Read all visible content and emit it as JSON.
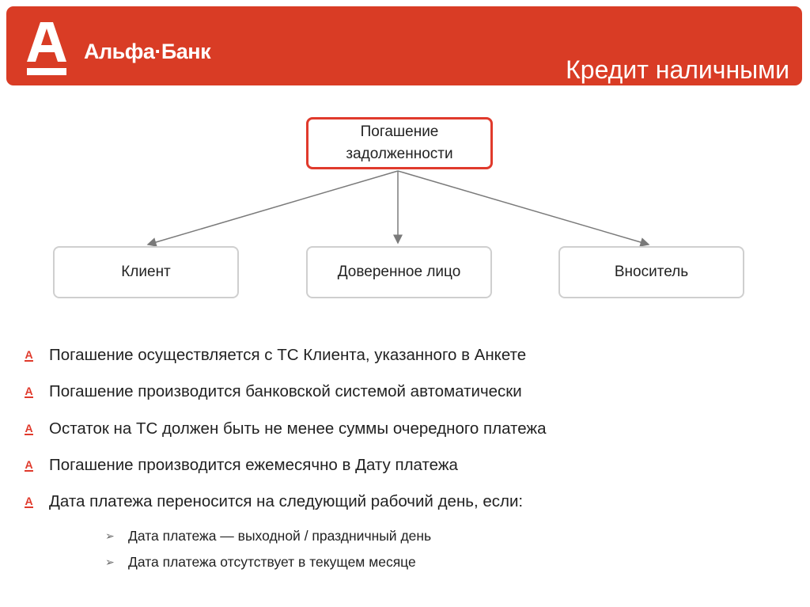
{
  "header": {
    "brand": "Альфа·Банк",
    "title": "Кредит наличными"
  },
  "diagram": {
    "root": "Погашение задолженности",
    "children": [
      "Клиент",
      "Доверенное лицо",
      "Вноситель"
    ]
  },
  "bullets": [
    "Погашение осуществляется с ТС Клиента, указанного в Анкете",
    "Погашение производится банковской системой автоматически",
    "Остаток на ТС должен быть не менее суммы очередного платежа",
    "Погашение производится ежемесячно в Дату платежа",
    "Дата платежа переносится на следующий рабочий день, если:"
  ],
  "sub_bullets": [
    "Дата платежа — выходной / праздничный день",
    "Дата платежа отсутствует в текущем месяце"
  ],
  "bullet_glyph": "А",
  "colors": {
    "brand_red": "#d93c25",
    "box_red": "#e03a2c",
    "box_gray": "#cfcfcf"
  }
}
